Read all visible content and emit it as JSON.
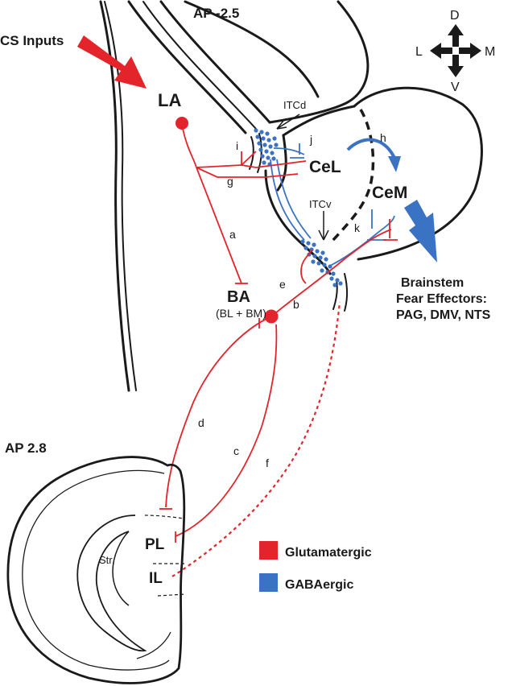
{
  "colors": {
    "glutamatergic": "#e3242b",
    "gabaergic": "#3b73c4",
    "outline": "#1a1a1a"
  },
  "labels": {
    "section_top": "AP -2.5",
    "section_bottom": "AP 2.8",
    "cs_inputs": "CS Inputs",
    "la": "LA",
    "ba": "BA",
    "ba_sub": "(BL + BM)",
    "itcd": "ITCd",
    "itcv": "ITCv",
    "cel": "CeL",
    "cem": "CeM",
    "brainstem_line1": "Brainstem",
    "brainstem_line2": "Fear Effectors:",
    "brainstem_line3": "PAG, DMV, NTS",
    "pl": "PL",
    "il": "IL",
    "str": "Str."
  },
  "pathways": {
    "a": "a",
    "b": "b",
    "c": "c",
    "d": "d",
    "e": "e",
    "f": "f",
    "g": "g",
    "h": "h",
    "i": "i",
    "j": "j",
    "k": "k"
  },
  "compass": {
    "d": "D",
    "v": "V",
    "l": "L",
    "m": "M"
  },
  "legend": [
    {
      "label": "Glutamatergic",
      "color": "#e3242b"
    },
    {
      "label": "GABAergic",
      "color": "#3b73c4"
    }
  ]
}
